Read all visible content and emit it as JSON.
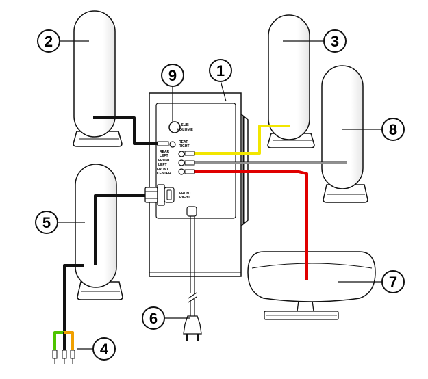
{
  "callouts": [
    "1",
    "2",
    "3",
    "4",
    "5",
    "6",
    "7",
    "8",
    "9"
  ],
  "panel": {
    "sub_volume_1": "SUB",
    "sub_volume_2": "VOLUME",
    "rear_right_1": "REAR",
    "rear_right_2": "RIGHT",
    "rear_left_1": "REAR",
    "rear_left_2": "LEFT",
    "front_left_1": "FRONT",
    "front_left_2": "LEFT",
    "front_center_1": "FRONT",
    "front_center_2": "CENTER",
    "front_right_1": "FRONT",
    "front_right_2": "RIGHT"
  },
  "colors": {
    "yellow_cable": "#f2e600",
    "red_cable": "#e00000",
    "green_plug": "#4ec400",
    "orange_plug": "#f0a000",
    "line": "#111111"
  }
}
